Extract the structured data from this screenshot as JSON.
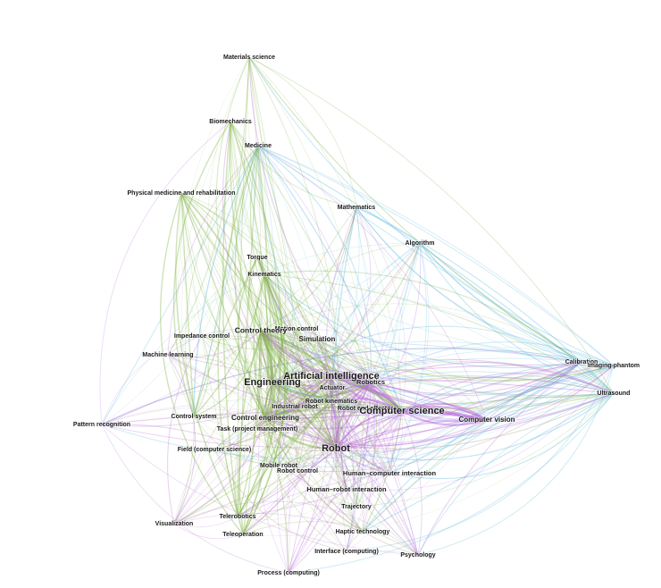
{
  "graph": {
    "nodes": [
      {
        "id": "materials-science",
        "label": "Materials science"
      },
      {
        "id": "biomechanics",
        "label": "Biomechanics"
      },
      {
        "id": "medicine",
        "label": "Medicine"
      },
      {
        "id": "physical-medicine",
        "label": "Physical medicine and rehabilitation"
      },
      {
        "id": "mathematics",
        "label": "Mathematics"
      },
      {
        "id": "algorithm",
        "label": "Algorithm"
      },
      {
        "id": "torque",
        "label": "Torque"
      },
      {
        "id": "kinematics",
        "label": "Kinematics"
      },
      {
        "id": "motion-control",
        "label": "Motion control"
      },
      {
        "id": "control-theory",
        "label": "Control theory"
      },
      {
        "id": "impedance-control",
        "label": "Impedance control"
      },
      {
        "id": "simulation",
        "label": "Simulation"
      },
      {
        "id": "machine-learning",
        "label": "Machine learning"
      },
      {
        "id": "calibration",
        "label": "Calibration"
      },
      {
        "id": "imaging-phantom",
        "label": "Imaging phantom"
      },
      {
        "id": "artificial-intelligence",
        "label": "Artificial intelligence"
      },
      {
        "id": "robotics",
        "label": "Robotics"
      },
      {
        "id": "engineering",
        "label": "Engineering"
      },
      {
        "id": "actuator",
        "label": "Actuator"
      },
      {
        "id": "ultrasound",
        "label": "Ultrasound"
      },
      {
        "id": "robot-kinematics",
        "label": "Robot kinematics"
      },
      {
        "id": "industrial-robot",
        "label": "Industrial robot"
      },
      {
        "id": "robot-end-effector",
        "label": "Robot end effector"
      },
      {
        "id": "computer-science",
        "label": "Computer science"
      },
      {
        "id": "pattern-recognition",
        "label": "Pattern recognition"
      },
      {
        "id": "control-system",
        "label": "Control system"
      },
      {
        "id": "control-engineering",
        "label": "Control engineering"
      },
      {
        "id": "computer-vision",
        "label": "Computer vision"
      },
      {
        "id": "task-pm",
        "label": "Task (project management)"
      },
      {
        "id": "robot",
        "label": "Robot"
      },
      {
        "id": "field-cs",
        "label": "Field (computer science)"
      },
      {
        "id": "mobile-robot",
        "label": "Mobile robot"
      },
      {
        "id": "robot-control",
        "label": "Robot control"
      },
      {
        "id": "hci",
        "label": "Human–computer interaction"
      },
      {
        "id": "hri",
        "label": "Human–robot interaction"
      },
      {
        "id": "trajectory",
        "label": "Trajectory"
      },
      {
        "id": "visualization",
        "label": "Visualization"
      },
      {
        "id": "telerobotics",
        "label": "Telerobotics"
      },
      {
        "id": "haptic-technology",
        "label": "Haptic technology"
      },
      {
        "id": "teleoperation",
        "label": "Teleoperation"
      },
      {
        "id": "interface-computing",
        "label": "Interface (computing)"
      },
      {
        "id": "psychology",
        "label": "Psychology"
      },
      {
        "id": "process-computing",
        "label": "Process (computing)"
      }
    ],
    "community_colors": {
      "engineering": "#7cb342",
      "computing": "#b565d8",
      "sensing": "#4fb3d9",
      "misc": "#a0826d"
    }
  }
}
